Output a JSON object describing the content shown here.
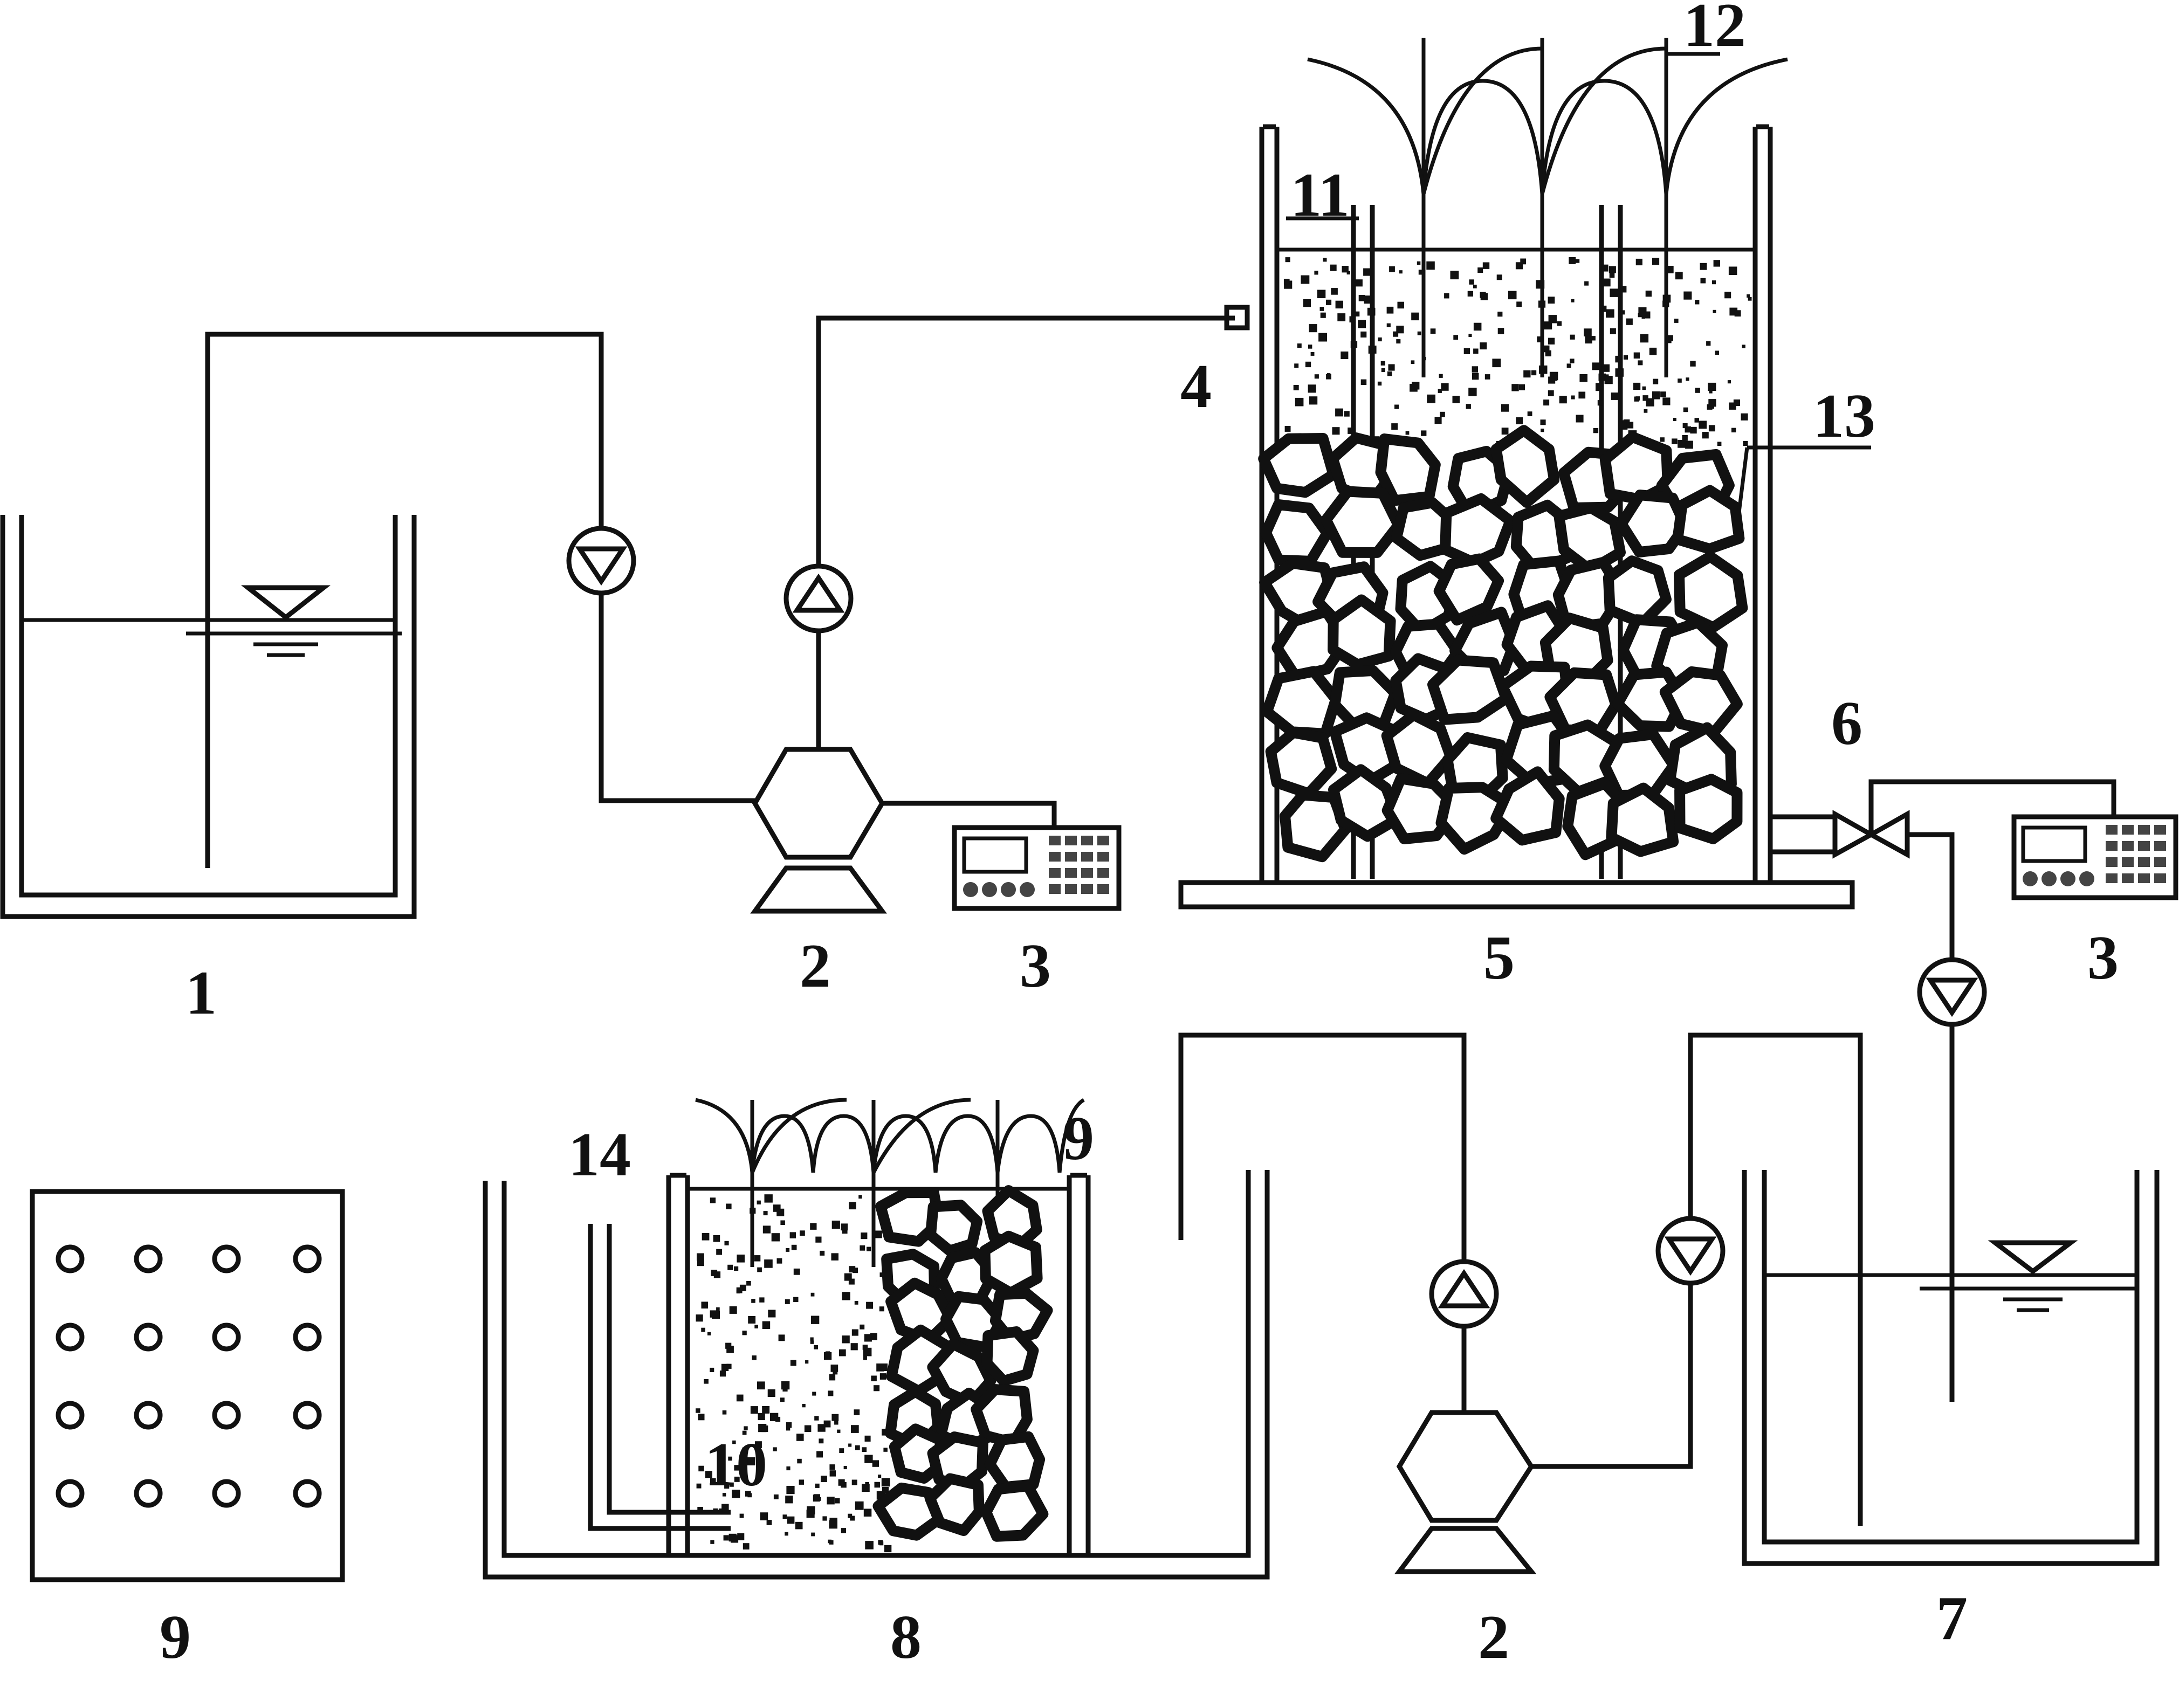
{
  "labels": {
    "l1": "1",
    "l2a": "2",
    "l3a": "3",
    "l4": "4",
    "l5": "5",
    "l6": "6",
    "l3b": "3",
    "l11": "11",
    "l12": "12",
    "l13": "13",
    "l14": "14",
    "l9top": "9",
    "l10": "10",
    "l2b": "2",
    "l7": "7",
    "l8": "8",
    "l9": "9"
  },
  "colors": {
    "line": "#111111",
    "background": "#ffffff"
  }
}
